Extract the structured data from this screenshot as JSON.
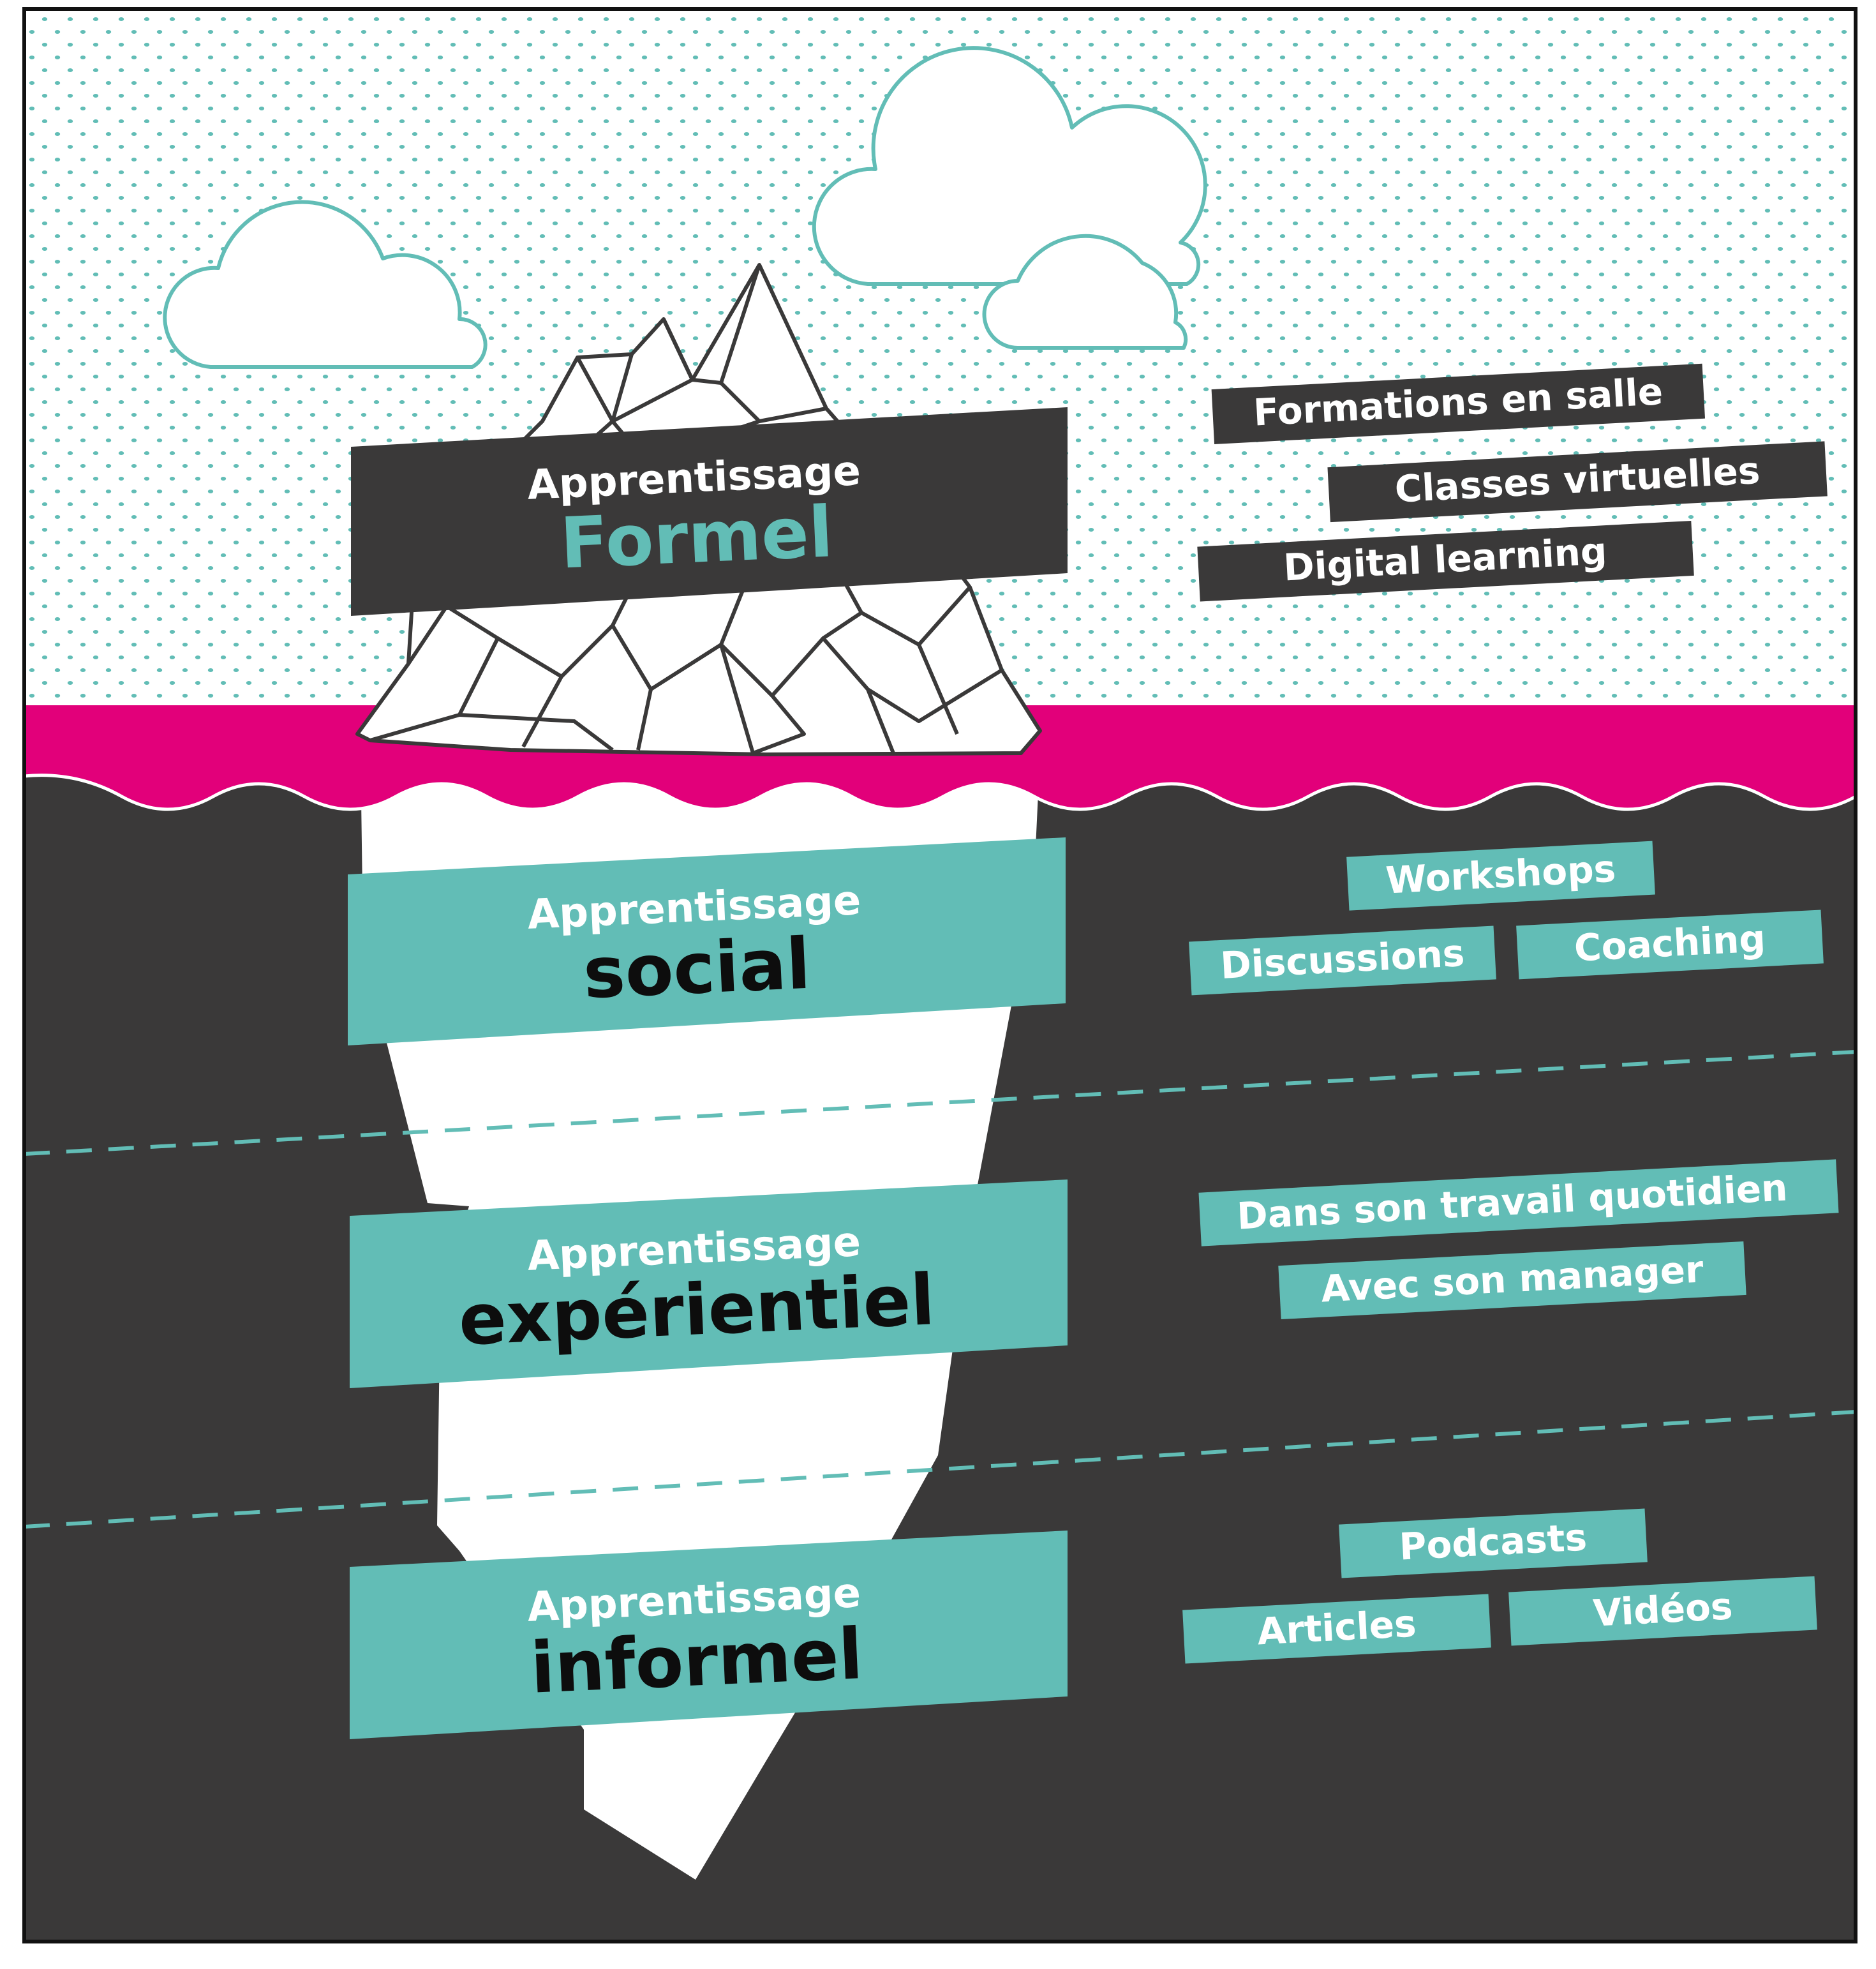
{
  "colors": {
    "teal": "#62bdb6",
    "dark": "#3a3939",
    "magenta": "#e2007a",
    "white": "#ffffff",
    "ink": "#0d0d0d"
  },
  "levels": {
    "formel": {
      "prefix": "Apprentissage",
      "name": "Formel"
    },
    "social": {
      "prefix": "Apprentissage",
      "name": "social"
    },
    "experientiel": {
      "prefix": "Apprentissage",
      "name": "expérientiel"
    },
    "informel": {
      "prefix": "Apprentissage",
      "name": "informel"
    }
  },
  "tags": {
    "formel": [
      "Formations en salle",
      "Classes virtuelles",
      "Digital learning"
    ],
    "social": [
      "Workshops",
      "Discussions",
      "Coaching"
    ],
    "experientiel": [
      "Dans son travail quotidien",
      "Avec son manager"
    ],
    "informel": [
      "Podcasts",
      "Articles",
      "Vidéos"
    ]
  },
  "icons": [
    "cloud-icon",
    "iceberg-peak-icon"
  ]
}
